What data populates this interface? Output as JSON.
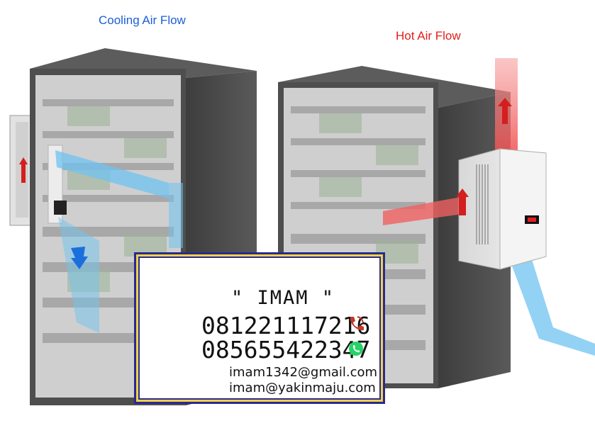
{
  "labels": {
    "cooling": "Cooling Air Flow",
    "hot": "Hot Air Flow"
  },
  "colors": {
    "cooling_label": "#1a5fd6",
    "hot_label": "#e0201c",
    "cool_air": "#6fc3f0",
    "hot_air": "#f06060",
    "card_border": "#2a2a8f",
    "card_accent": "#f0d24a",
    "whatsapp": "#25d366",
    "call_icon": "#c0392b"
  },
  "contact_card": {
    "name": "\" IMAM \"",
    "phones": [
      "081221117216",
      "085655422347"
    ],
    "emails": [
      "imam1342@gmail.com",
      "imam@yakinmaju.com"
    ],
    "icons": [
      "telephone-handset-icon",
      "phone-call-icon",
      "whatsapp-icon"
    ]
  }
}
